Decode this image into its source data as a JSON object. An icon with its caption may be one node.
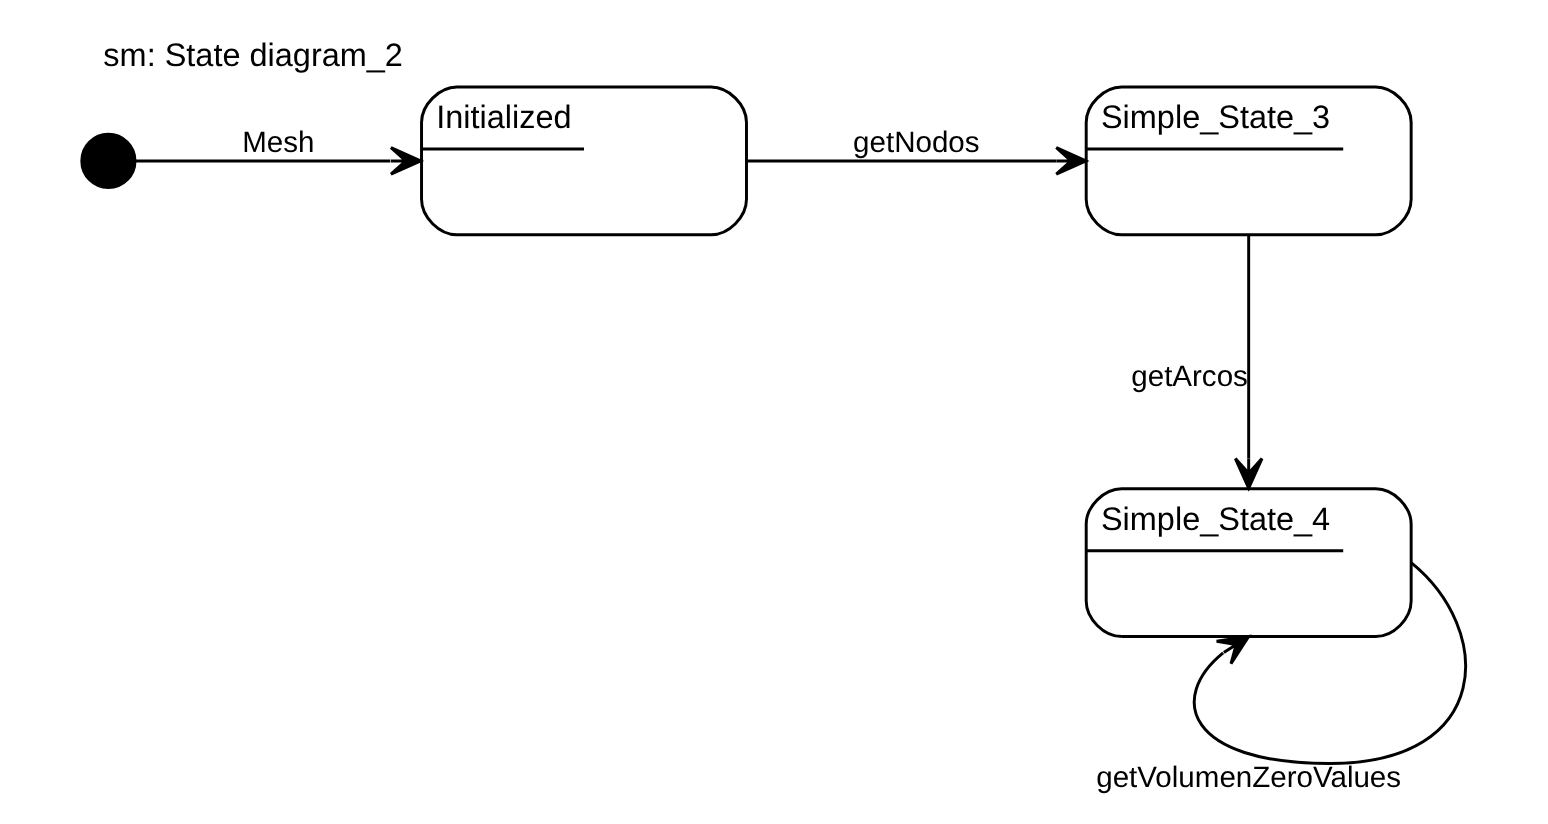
{
  "diagram": {
    "title": "sm: State diagram_2",
    "nodes": [
      {
        "text": [],
        "shape": "circle"
      },
      {
        "text": [
          "Initialized"
        ]
      },
      {
        "text": [
          "Simple_State_3"
        ]
      },
      {
        "text": [
          "Simple_State_4"
        ]
      }
    ],
    "edges": [
      {
        "from": 0,
        "to": 1,
        "arrow": "to",
        "label": "Mesh"
      },
      {
        "from": 1,
        "to": 2,
        "arrow": "to",
        "label": "getNodos"
      },
      {
        "from": 2,
        "to": 3,
        "arrow": "to",
        "label": "getArcos"
      },
      {
        "from": 3,
        "to": 3,
        "arrow": "to",
        "label": "getVolumenZeroValues"
      }
    ]
  }
}
